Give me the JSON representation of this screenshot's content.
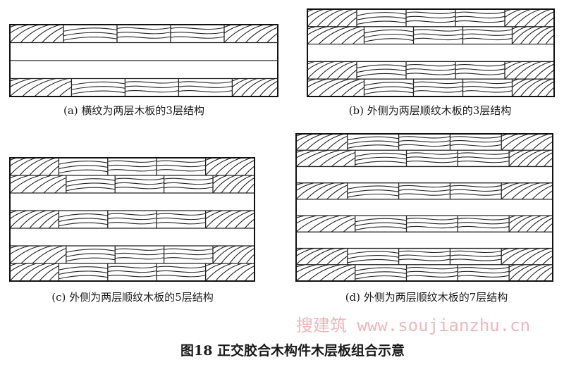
{
  "figure": {
    "title": "图18 正交胶合木构件木层板组合示意",
    "watermark": "搜建筑 www.soujianzhu.cn",
    "panels": [
      {
        "id": "a",
        "caption": "(a) 横纹为两层木板的3层结构",
        "layers": [
          "grain",
          "cross",
          "cross",
          "grain"
        ]
      },
      {
        "id": "b",
        "caption": "(b) 外侧为两层顺纹木板的3层结构",
        "layers": [
          "grain",
          "grain",
          "cross",
          "grain",
          "grain"
        ]
      },
      {
        "id": "c",
        "caption": "(c) 外侧为两层顺纹木板的5层结构",
        "layers": [
          "grain",
          "grain",
          "cross",
          "grain",
          "cross",
          "grain",
          "grain"
        ]
      },
      {
        "id": "d",
        "caption": "(d) 外侧为两层顺纹木板的7层结构",
        "layers": [
          "grain",
          "grain",
          "cross",
          "grain",
          "cross",
          "grain",
          "cross",
          "grain",
          "grain"
        ]
      }
    ]
  }
}
